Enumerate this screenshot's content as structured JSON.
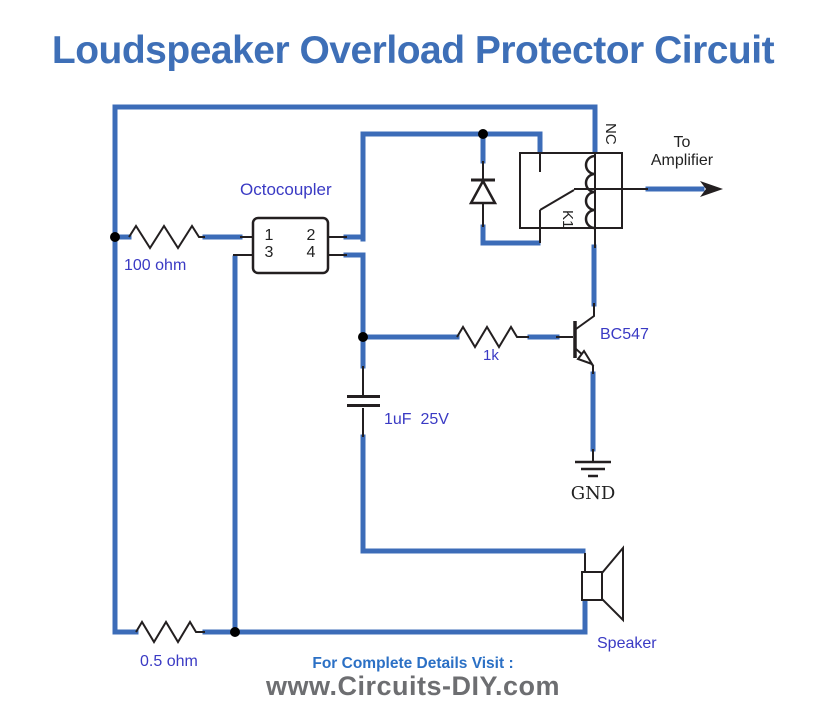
{
  "title": "Loudspeaker Overload Protector Circuit",
  "diagram": {
    "octocoupler": {
      "label": "Octocoupler",
      "pins": [
        "1",
        "2",
        "3",
        "4"
      ]
    },
    "resistors": {
      "r_input": "100 ohm",
      "r_base": "1k",
      "r_sense": "0.5 ohm"
    },
    "capacitor": {
      "label": "1uF  25V"
    },
    "transistor": {
      "label": "BC547"
    },
    "relay": {
      "label": "K1",
      "contact": "NC"
    },
    "ground": {
      "label": "GND"
    },
    "speaker": {
      "label": "Speaker"
    },
    "output": {
      "label": "To\nAmplifier"
    }
  },
  "footer": {
    "visit": "For Complete Details Visit :",
    "site": "www.Circuits-DIY.com"
  },
  "colors": {
    "wire_blue": "#3c6cb8",
    "line_black": "#231f20",
    "label_blue": "#3a3ac4",
    "title_blue": "#3e6fb7",
    "footer_blue": "#2b70c5",
    "footer_gray": "#6d6e71",
    "background": "#ffffff"
  }
}
